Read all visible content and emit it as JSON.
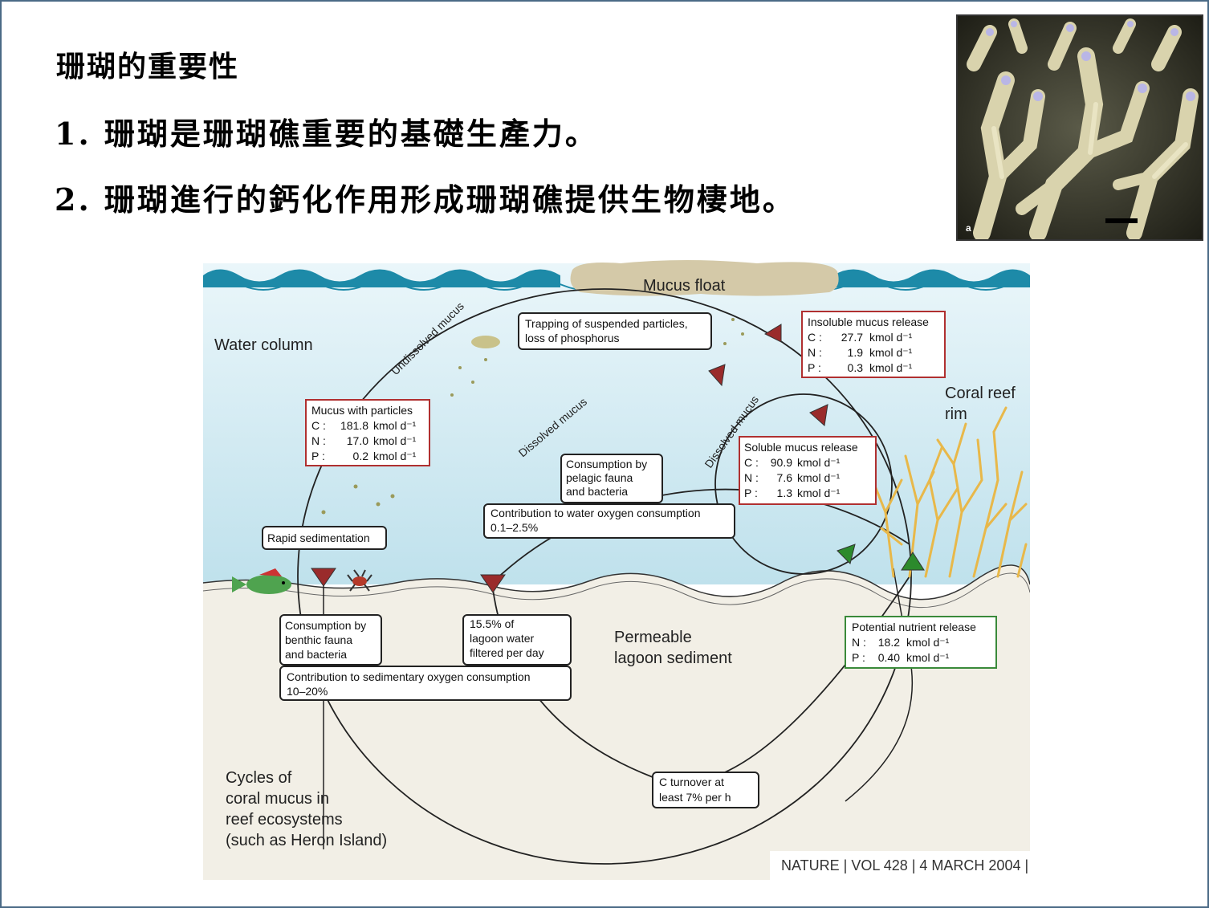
{
  "slide": {
    "title": "珊瑚的重要性",
    "bullets": [
      "1. 珊瑚是珊瑚礁重要的基礎生產力。",
      "2. 珊瑚進行的鈣化作用形成珊瑚礁提供生物棲地。"
    ]
  },
  "photo": {
    "panel_label": "a"
  },
  "diagram": {
    "mucus_float": "Mucus float",
    "water_column": "Water column",
    "coral_reef_rim": [
      "Coral reef",
      "rim"
    ],
    "undissolved_mucus": "Undissolved mucus",
    "dissolved_mucus_outer": "Dissolved mucus",
    "dissolved_mucus_inner": "Dissolved mucus",
    "trapping": [
      "Trapping of suspended particles,",
      "loss of phosphorus"
    ],
    "insoluble": {
      "title": "Insoluble mucus release",
      "rows": [
        {
          "el": "C :",
          "val": "27.7",
          "unit": "kmol d⁻¹"
        },
        {
          "el": "N :",
          "val": "1.9",
          "unit": "kmol d⁻¹"
        },
        {
          "el": "P :",
          "val": "0.3",
          "unit": "kmol d⁻¹"
        }
      ]
    },
    "mucus_particles": {
      "title": "Mucus with particles",
      "rows": [
        {
          "el": "C :",
          "val": "181.8",
          "unit": "kmol d⁻¹"
        },
        {
          "el": "N :",
          "val": "17.0",
          "unit": "kmol d⁻¹"
        },
        {
          "el": "P :",
          "val": "0.2",
          "unit": "kmol d⁻¹"
        }
      ]
    },
    "soluble": {
      "title": "Soluble mucus release",
      "rows": [
        {
          "el": "C :",
          "val": "90.9",
          "unit": "kmol d⁻¹"
        },
        {
          "el": "N :",
          "val": "7.6",
          "unit": "kmol d⁻¹"
        },
        {
          "el": "P :",
          "val": "1.3",
          "unit": "kmol d⁻¹"
        }
      ]
    },
    "pelagic": [
      "Consumption by",
      "pelagic fauna",
      "and bacteria"
    ],
    "water_oxygen": [
      "Contribution to water oxygen consumption",
      "0.1–2.5%"
    ],
    "rapid_sedimentation": "Rapid sedimentation",
    "benthic": [
      "Consumption by",
      "benthic fauna",
      "and bacteria"
    ],
    "lagoon_filtered": [
      "15.5% of",
      "lagoon water",
      "filtered per day"
    ],
    "permeable": [
      "Permeable",
      "lagoon sediment"
    ],
    "nutrient": {
      "title": "Potential nutrient release",
      "rows": [
        {
          "el": "N :",
          "val": "18.2",
          "unit": "kmol d⁻¹"
        },
        {
          "el": "P :",
          "val": "0.40",
          "unit": "kmol d⁻¹"
        }
      ]
    },
    "sediment_oxygen": [
      "Contribution to sedimentary oxygen consumption",
      "10–20%"
    ],
    "c_turnover": [
      "C turnover at",
      "least 7% per h"
    ],
    "caption": [
      "Cycles of",
      "coral mucus in",
      "reef ecosystems",
      "(such as Heron Island)"
    ],
    "citation": "NATURE | VOL 428 | 4 MARCH 2004 |"
  },
  "colors": {
    "water": "#c9e6f0",
    "sediment": "#f1eee3",
    "wave": "#1d8aa8",
    "red_box": "#b03030",
    "green_box": "#3a8a3a",
    "red_arrow": "#9a2b2b",
    "green_arrow": "#2c8a2c",
    "coral": "#e8b84a"
  }
}
